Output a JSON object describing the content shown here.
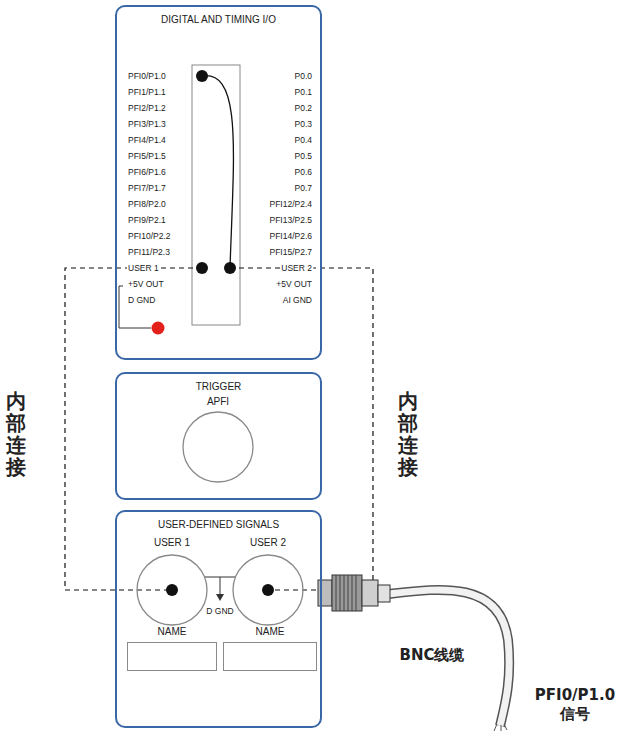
{
  "diagram": {
    "nodes": [
      {
        "text": [
          "DIGITAL AND TIMING I/O"
        ]
      },
      {
        "text": [
          "TRIGGER"
        ]
      },
      {
        "text": [
          "APFI"
        ],
        "in": 1
      },
      {
        "text": [
          "USER-DEFINED SIGNALS"
        ]
      },
      {
        "text": [
          "USER 1"
        ],
        "in": 3
      },
      {
        "text": [
          "USER 2"
        ],
        "in": 3
      },
      {
        "text": [
          "NAME"
        ],
        "in": 3
      },
      {
        "text": [
          "NAME"
        ],
        "in": 3
      }
    ],
    "labels": [
      "PFI0/P1.0",
      "PFI1/P1.1",
      "PFI2/P1.2",
      "PFI3/P1.3",
      "PFI4/P1.4",
      "PFI5/P1.5",
      "PFI6/P1.6",
      "PFI7/P1.7",
      "PFI8/P2.0",
      "PFI9/P2.1",
      "PFI10/P2.2",
      "PFI11/P2.3",
      "USER 1",
      "+5V OUT",
      "D GND",
      "P0.0",
      "P0.1",
      "P0.2",
      "P0.3",
      "P0.4",
      "P0.5",
      "P0.6",
      "P0.7",
      "PFI12/P2.4",
      "PFI13/P2.5",
      "PFI14/P2.6",
      "PFI15/P2.7",
      "USER 2",
      "+5V OUT",
      "AI GND",
      "D GND",
      "内部连接",
      "内部连接",
      "BNC线缆",
      "PFI0/P1.0 信号"
    ]
  }
}
